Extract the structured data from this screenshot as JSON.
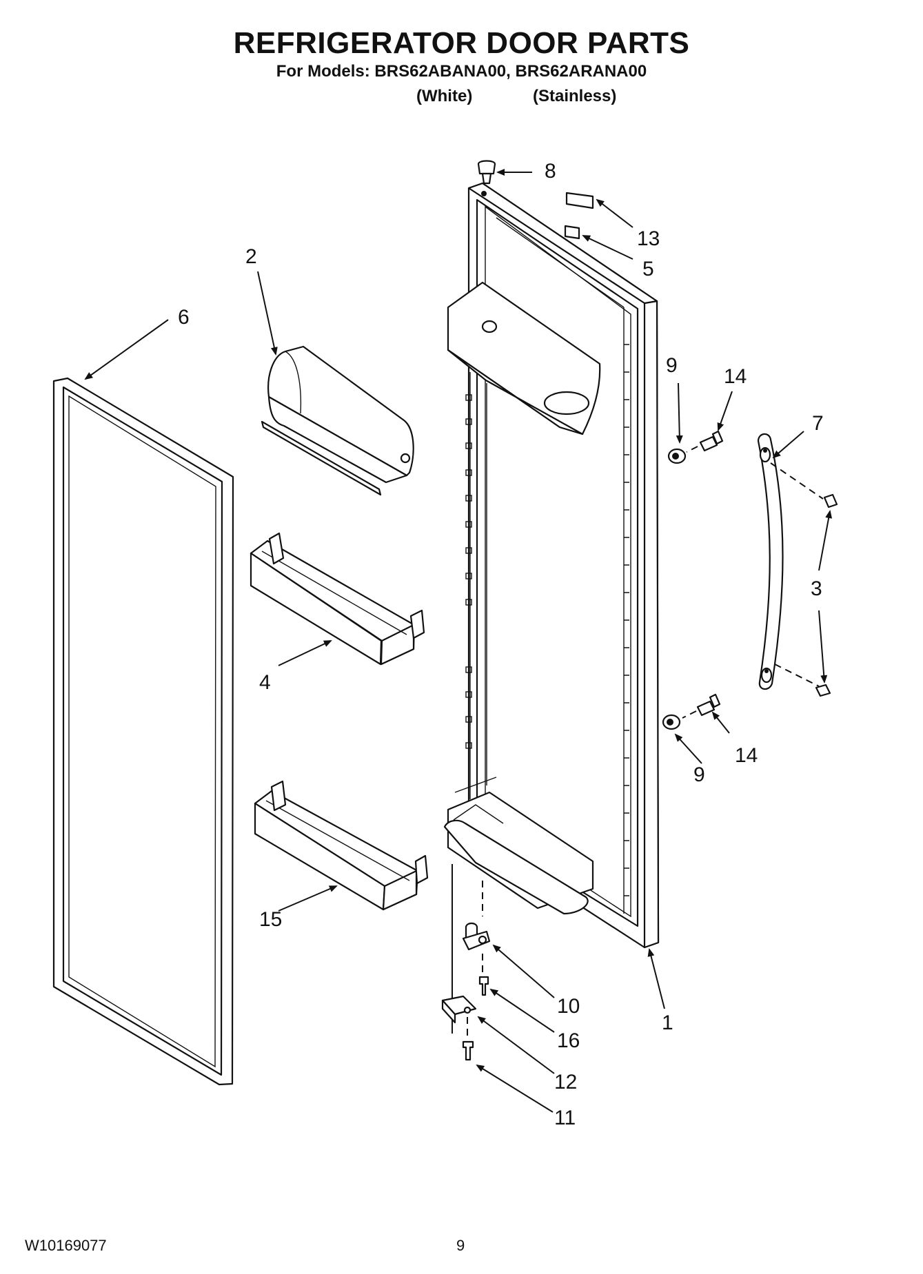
{
  "header": {
    "title": "REFRIGERATOR DOOR PARTS",
    "models": "For Models: BRS62ABANA00, BRS62ARANA00",
    "variant_white": "(White)",
    "variant_stainless": "(Stainless)"
  },
  "footer": {
    "doc_number": "W10169077",
    "page_number": "9"
  },
  "callouts": [
    {
      "id": "callout-8",
      "label": "8"
    },
    {
      "id": "callout-13",
      "label": "13"
    },
    {
      "id": "callout-5",
      "label": "5"
    },
    {
      "id": "callout-2",
      "label": "2"
    },
    {
      "id": "callout-6",
      "label": "6"
    },
    {
      "id": "callout-9a",
      "label": "9"
    },
    {
      "id": "callout-14a",
      "label": "14"
    },
    {
      "id": "callout-7",
      "label": "7"
    },
    {
      "id": "callout-3",
      "label": "3"
    },
    {
      "id": "callout-4",
      "label": "4"
    },
    {
      "id": "callout-14b",
      "label": "14"
    },
    {
      "id": "callout-9b",
      "label": "9"
    },
    {
      "id": "callout-15",
      "label": "15"
    },
    {
      "id": "callout-10",
      "label": "10"
    },
    {
      "id": "callout-1",
      "label": "1"
    },
    {
      "id": "callout-16",
      "label": "16"
    },
    {
      "id": "callout-12",
      "label": "12"
    },
    {
      "id": "callout-11",
      "label": "11"
    }
  ]
}
